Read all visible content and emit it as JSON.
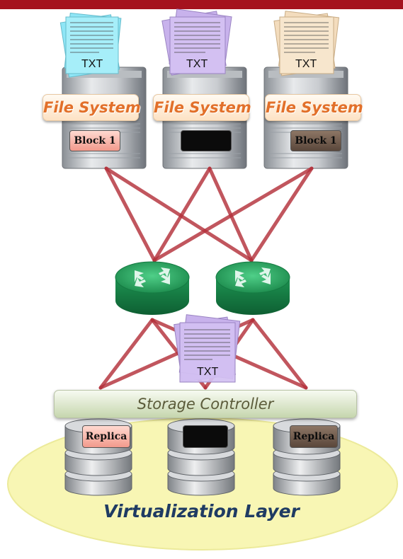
{
  "servers": [
    {
      "file_system": "File System",
      "block": "Block 1",
      "doc_label": "TXT",
      "doc_color": "#8fe6f6",
      "block_style": "pink"
    },
    {
      "file_system": "File System",
      "block": "",
      "doc_label": "TXT",
      "doc_color": "#c8b2ec",
      "block_style": "black"
    },
    {
      "file_system": "File System",
      "block": "Block 1",
      "doc_label": "TXT",
      "doc_color": "#f3dcbd",
      "block_style": "brown"
    }
  ],
  "storage": {
    "controller": "Storage Controller",
    "doc_label": "TXT",
    "replicas": [
      {
        "label": "Replica",
        "style": "pink"
      },
      {
        "label": "",
        "style": "black"
      },
      {
        "label": "Replica",
        "style": "brown"
      }
    ]
  },
  "layer": "Virtualization Layer",
  "colors": {
    "top_bar": "#a5121e",
    "link": "#b3313a",
    "router": "#1f9a55",
    "ellipse": "#f8f6b4",
    "file_system_text": "#e2702a"
  }
}
